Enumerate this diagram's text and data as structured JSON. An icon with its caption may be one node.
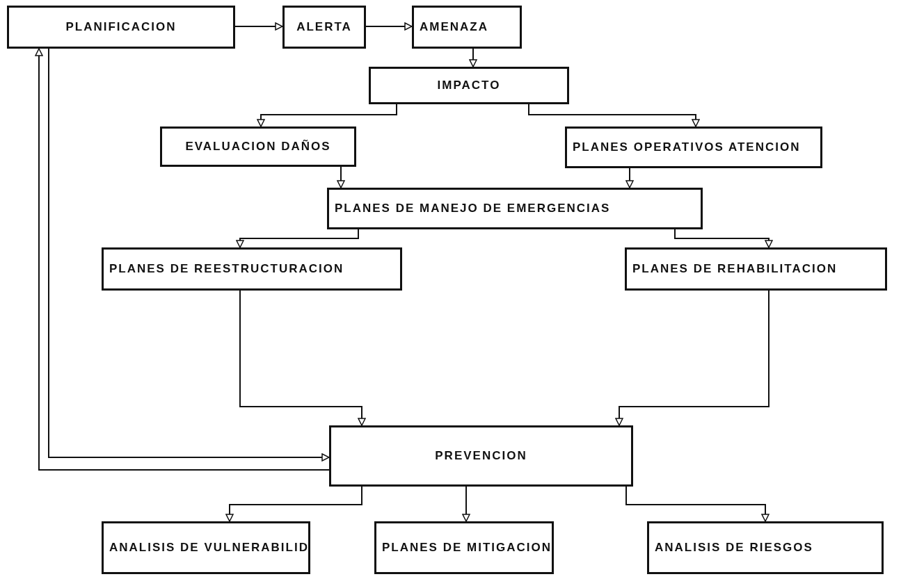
{
  "diagram": {
    "nodes": [
      {
        "text": [
          "PLANIFICACION"
        ]
      },
      {
        "text": [
          "ALERTA"
        ]
      },
      {
        "text": [
          "AMENAZA"
        ]
      },
      {
        "text": [
          "IMPACTO"
        ]
      },
      {
        "text": [
          "EVALUACION DAÑOS"
        ]
      },
      {
        "text": [
          "PLANES OPERATIVOS ATENCION"
        ]
      },
      {
        "text": [
          "PLANES DE MANEJO DE EMERGENCIAS"
        ]
      },
      {
        "text": [
          "PLANES DE REESTRUCTURACION"
        ]
      },
      {
        "text": [
          "PLANES DE REHABILITACION"
        ]
      },
      {
        "text": [
          "PREVENCION"
        ]
      },
      {
        "text": [
          "ANALISIS DE VULNERABILID"
        ]
      },
      {
        "text": [
          "PLANES DE MITIGACION"
        ]
      },
      {
        "text": [
          "ANALISIS DE RIESGOS"
        ]
      }
    ],
    "edges": [
      {
        "from": 0,
        "to": 1,
        "arrow": "to"
      },
      {
        "from": 1,
        "to": 2,
        "arrow": "to"
      },
      {
        "from": 2,
        "to": 3,
        "arrow": "to"
      },
      {
        "from": 3,
        "to": 4,
        "arrow": "to"
      },
      {
        "from": 3,
        "to": 5,
        "arrow": "to"
      },
      {
        "from": 4,
        "to": 6,
        "arrow": "to"
      },
      {
        "from": 5,
        "to": 6,
        "arrow": "to"
      },
      {
        "from": 6,
        "to": 7,
        "arrow": "to"
      },
      {
        "from": 6,
        "to": 8,
        "arrow": "to"
      },
      {
        "from": 7,
        "to": 9,
        "arrow": "to"
      },
      {
        "from": 8,
        "to": 9,
        "arrow": "to"
      },
      {
        "from": 0,
        "to": 9,
        "arrow": "to"
      },
      {
        "from": 9,
        "to": 0,
        "arrow": "to"
      },
      {
        "from": 9,
        "to": 10,
        "arrow": "to"
      },
      {
        "from": 9,
        "to": 11,
        "arrow": "to"
      },
      {
        "from": 9,
        "to": 12,
        "arrow": "to"
      }
    ]
  }
}
